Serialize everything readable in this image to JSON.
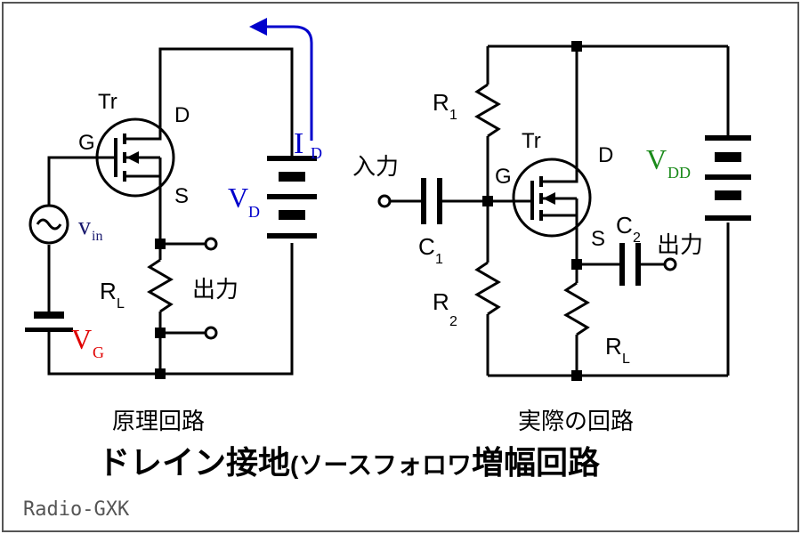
{
  "left": {
    "tr": "Tr",
    "g": "G",
    "d": "D",
    "s": "S",
    "vin": "v",
    "vin_sub": "in",
    "id": "I",
    "id_sub": "D",
    "vd": "V",
    "vd_sub": "D",
    "vg": "V",
    "vg_sub": "G",
    "rl": "R",
    "rl_sub": "L",
    "out": "出力",
    "caption": "原理回路"
  },
  "right": {
    "tr": "Tr",
    "g": "G",
    "d": "D",
    "s": "S",
    "r1": "R",
    "r1_sub": "1",
    "r2": "R",
    "r2_sub": "2",
    "rl": "R",
    "rl_sub": "L",
    "c1": "C",
    "c1_sub": "1",
    "c2": "C",
    "c2_sub": "2",
    "vdd": "V",
    "vdd_sub": "DD",
    "in": "入力",
    "out": "出力",
    "caption": "実際の回路"
  },
  "title_main": "ドレイン接地",
  "title_paren": "(ソースフォロワ",
  "title_tail": "増幅回路",
  "watermark": "Radio-GXK",
  "colors": {
    "blue": "#0000cc",
    "red": "#e00000",
    "green": "#1a8a1a",
    "wire": "#000000",
    "frame": "#555555"
  }
}
